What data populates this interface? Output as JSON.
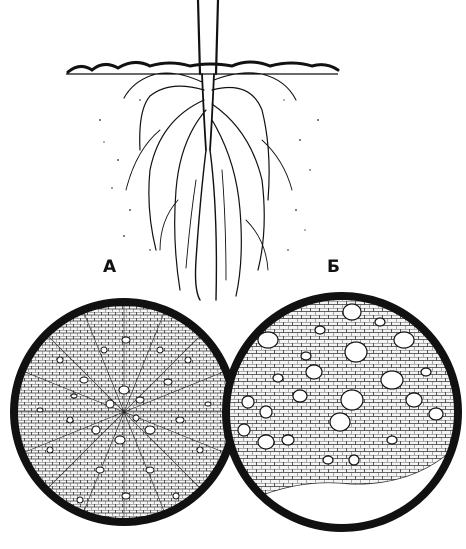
{
  "figure": {
    "label_a": "А",
    "label_b": "Б"
  },
  "colors": {
    "ink": "#111111",
    "paper": "#ffffff",
    "cell": "#d9d9d9"
  },
  "icons": {
    "root": "root-system-illustration",
    "section_a": "dense-root-cross-section",
    "section_b": "large-vessel-root-cross-section"
  }
}
